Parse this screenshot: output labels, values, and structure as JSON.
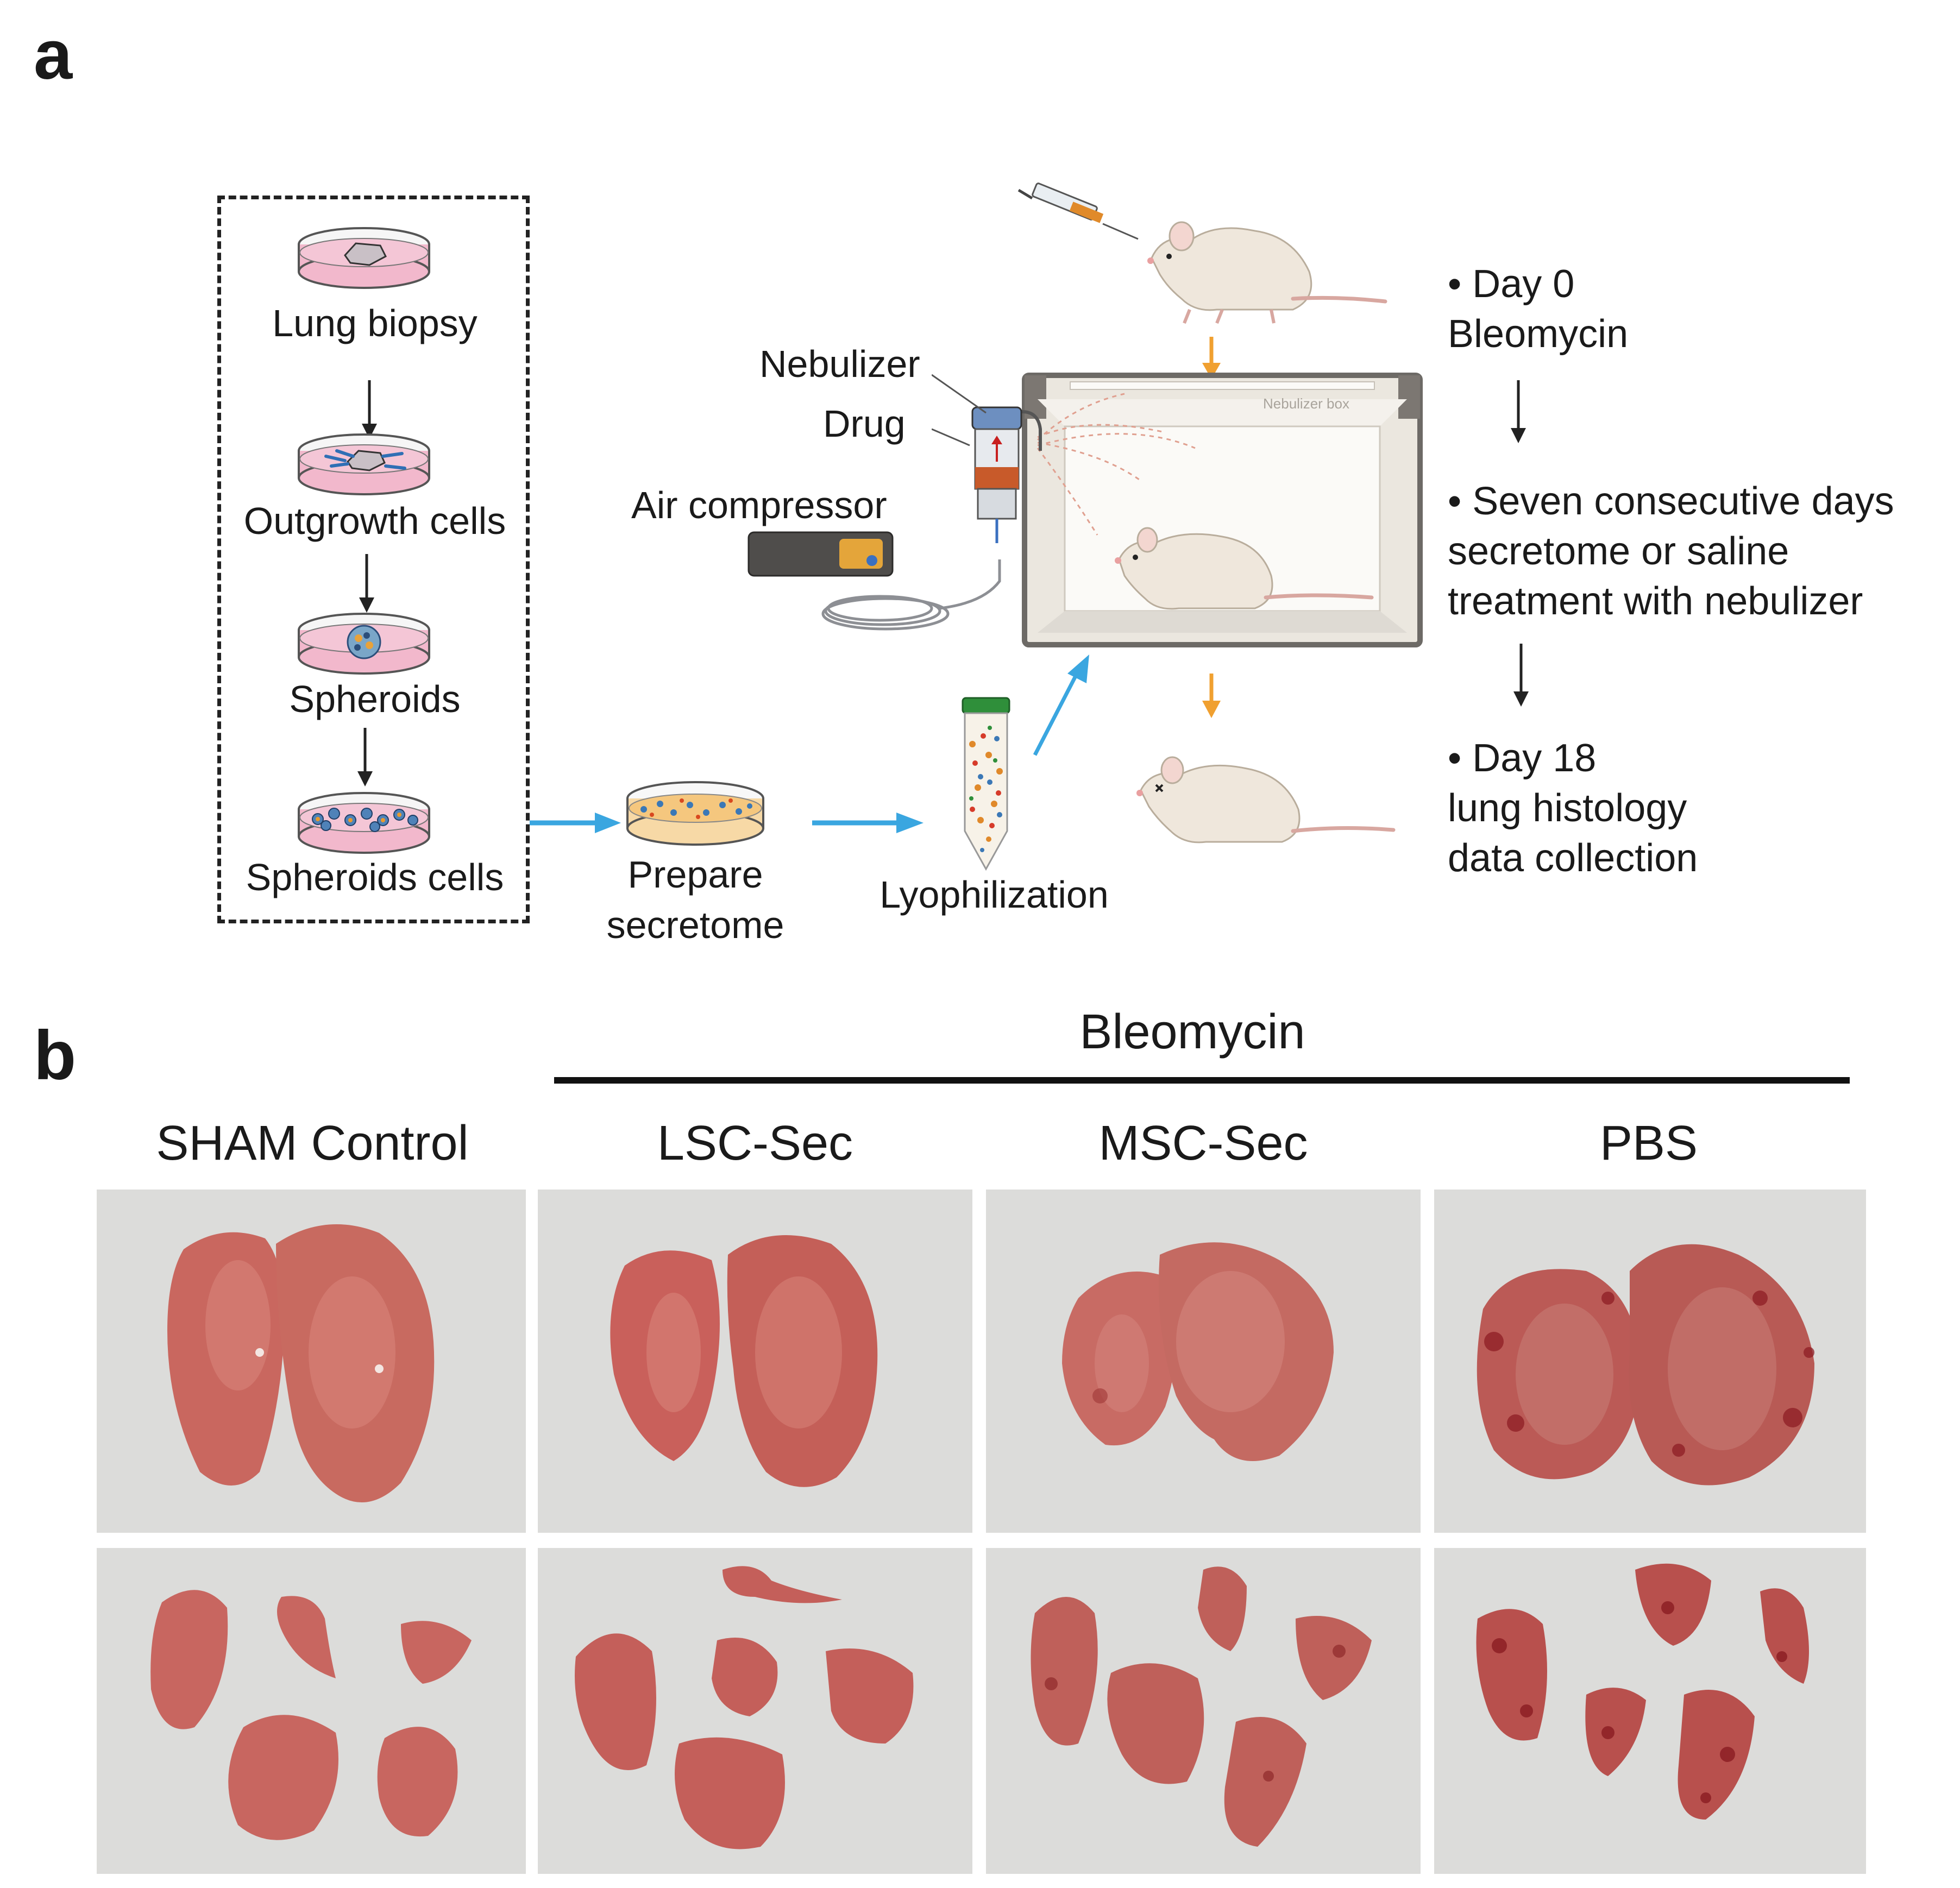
{
  "panel_a": {
    "letter": "a",
    "workflow": {
      "step1": "Lung biopsy",
      "step2": "Outgrowth cells",
      "step3": "Spheroids",
      "step4": "Spheroids cells",
      "prepare_line1": "Prepare",
      "prepare_line2": "secretome",
      "lyophilization": "Lyophilization"
    },
    "device": {
      "nebulizer": "Nebulizer",
      "drug": "Drug",
      "air_compressor": "Air compressor",
      "box_label": "Nebulizer box"
    },
    "timeline": {
      "day0_line1": "• Day 0",
      "day0_line2": "Bleomycin",
      "treat_line1": "• Seven consecutive days",
      "treat_line2": "secretome or saline",
      "treat_line3": "treatment with nebulizer",
      "day18_line1": "• Day 18",
      "day18_line2": "lung histology",
      "day18_line3": "data collection"
    },
    "colors": {
      "blue_arrow": "#3aa6e0",
      "orange_arrow": "#f0a030",
      "dish_pink": "#f2b8cc"
    }
  },
  "panel_b": {
    "letter": "b",
    "bracket_label": "Bleomycin",
    "columns": [
      "SHAM Control",
      "LSC-Sec",
      "MSC-Sec",
      "PBS"
    ]
  }
}
